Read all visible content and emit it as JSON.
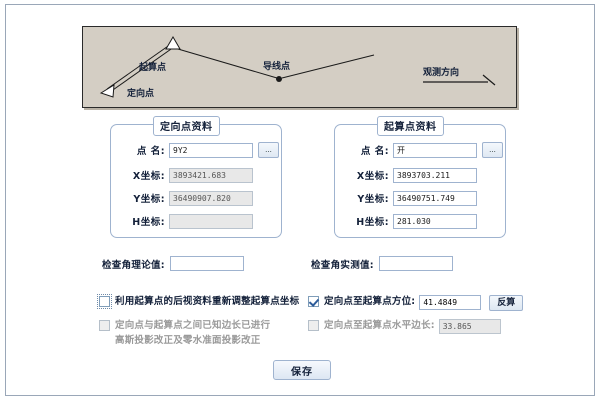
{
  "diagram": {
    "labels": {
      "start_point": "起算点",
      "orientation_point": "定向点",
      "traverse_point": "导线点",
      "observation_direction": "观测方向"
    },
    "background_color": "#d4cec4",
    "line_color": "#1a1a1a"
  },
  "left_group": {
    "title": "定向点资料",
    "rows": [
      {
        "label": "点 名:",
        "value": "9Y2",
        "disabled": false,
        "has_browse": true
      },
      {
        "label": "X坐标:",
        "value": "3893421.683",
        "disabled": true,
        "has_browse": false
      },
      {
        "label": "Y坐标:",
        "value": "36490907.820",
        "disabled": true,
        "has_browse": false
      },
      {
        "label": "H坐标:",
        "value": "",
        "disabled": true,
        "has_browse": false
      }
    ],
    "browse_label": "..."
  },
  "right_group": {
    "title": "起算点资料",
    "rows": [
      {
        "label": "点 名:",
        "value": "开",
        "disabled": false,
        "has_browse": true
      },
      {
        "label": "X坐标:",
        "value": "3893703.211",
        "disabled": false,
        "has_browse": false
      },
      {
        "label": "Y坐标:",
        "value": "36490751.749",
        "disabled": false,
        "has_browse": false
      },
      {
        "label": "H坐标:",
        "value": "281.030",
        "disabled": false,
        "has_browse": false
      }
    ],
    "browse_label": "..."
  },
  "check_angle": {
    "theoretical_label": "检查角理论值:",
    "theoretical_value": "",
    "measured_label": "检查角实测值:",
    "measured_value": ""
  },
  "options": {
    "readjust": {
      "label": "利用起算点的后视资料重新调整起算点坐标",
      "checked": false,
      "disabled": false,
      "focused": true
    },
    "azimuth": {
      "label": "定向点至起算点方位:",
      "checked": true,
      "disabled": false,
      "value": "41.4849",
      "recalc_label": "反算"
    },
    "projection": {
      "label_line1": "定向点与起算点之间已知边长已进行",
      "label_line2": "高斯投影改正及零水准面投影改正",
      "checked": false,
      "disabled": true
    },
    "distance": {
      "label": "定向点至起算点水平边长:",
      "checked": false,
      "disabled": true,
      "value": "33.865"
    }
  },
  "save_button": {
    "label": "保存"
  }
}
